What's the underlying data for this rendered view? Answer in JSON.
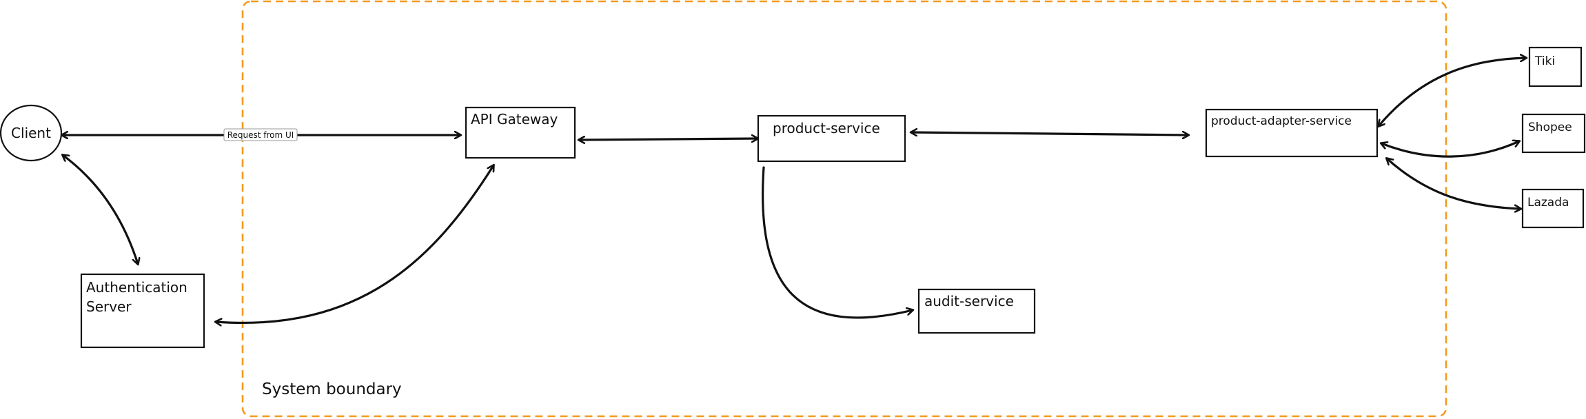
{
  "colors": {
    "boundary": "#f39a1e",
    "stroke": "#111111",
    "background": "#ffffff"
  },
  "boundary": {
    "label": "System boundary"
  },
  "nodes": {
    "client": {
      "label": "Client",
      "shape": "circle"
    },
    "auth_server": {
      "label_line1": "Authentication",
      "label_line2": "Server"
    },
    "api_gateway": {
      "label": "API Gateway"
    },
    "product_service": {
      "label": "product-service"
    },
    "audit_service": {
      "label": "audit-service"
    },
    "product_adapter_service": {
      "label": "product-adapter-service"
    },
    "tiki": {
      "label": "Tiki"
    },
    "shopee": {
      "label": "Shopee"
    },
    "lazada": {
      "label": "Lazada"
    }
  },
  "edges": {
    "client_gateway": {
      "label": "Request from UI",
      "from": "Client",
      "to": "API Gateway",
      "direction": "both"
    },
    "client_auth": {
      "from": "Client",
      "to": "Authentication Server",
      "direction": "both"
    },
    "gateway_auth": {
      "from": "API Gateway",
      "to": "Authentication Server",
      "direction": "both"
    },
    "gateway_product": {
      "from": "API Gateway",
      "to": "product-service",
      "direction": "both"
    },
    "product_adapter": {
      "from": "product-service",
      "to": "product-adapter-service",
      "direction": "both"
    },
    "product_audit": {
      "from": "product-service",
      "to": "audit-service",
      "direction": "forward"
    },
    "adapter_tiki": {
      "from": "product-adapter-service",
      "to": "Tiki",
      "direction": "both"
    },
    "adapter_shopee": {
      "from": "product-adapter-service",
      "to": "Shopee",
      "direction": "both"
    },
    "adapter_lazada": {
      "from": "product-adapter-service",
      "to": "Lazada",
      "direction": "both"
    }
  }
}
